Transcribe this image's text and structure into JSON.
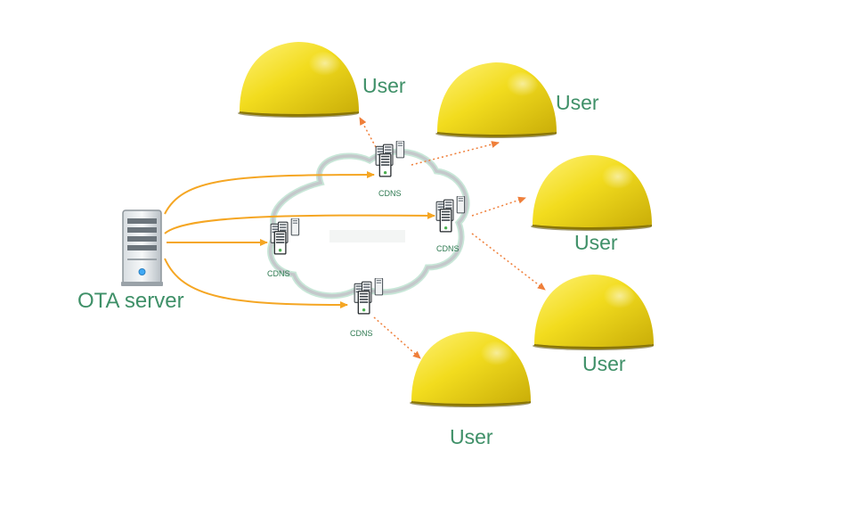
{
  "server": {
    "label": "OTA server",
    "icon": "server-tower-icon"
  },
  "cdns_nodes": [
    {
      "id": "cdns-top",
      "label": "CDNS"
    },
    {
      "id": "cdns-left",
      "label": "CDNS"
    },
    {
      "id": "cdns-right",
      "label": "CDNS"
    },
    {
      "id": "cdns-bottom",
      "label": "CDNS"
    }
  ],
  "users": [
    {
      "id": "user-1",
      "label": "User"
    },
    {
      "id": "user-2",
      "label": "User"
    },
    {
      "id": "user-3",
      "label": "User"
    },
    {
      "id": "user-4",
      "label": "User"
    },
    {
      "id": "user-5",
      "label": "User"
    }
  ],
  "colors": {
    "helmet_yellow": "#f2dc1e",
    "label_green": "#3f9068",
    "server_to_cdns_arrow": "#f5a623",
    "cdns_to_user_arrow": "#ef7f3a"
  }
}
